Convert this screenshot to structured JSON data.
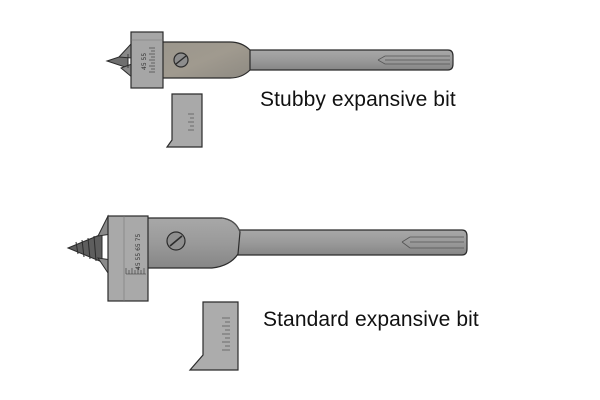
{
  "labels": {
    "stubby": "Stubby expansive bit",
    "standard": "Standard expansive bit"
  },
  "scale_markings": {
    "stubby": "45 55",
    "standard": "45 55 65 75"
  },
  "colors": {
    "background": "#ffffff",
    "steel": "#9a9a9a",
    "steel_dark": "#7d7d7d",
    "steel_light": "#b5b5b5",
    "outline": "#2b2b2b"
  }
}
